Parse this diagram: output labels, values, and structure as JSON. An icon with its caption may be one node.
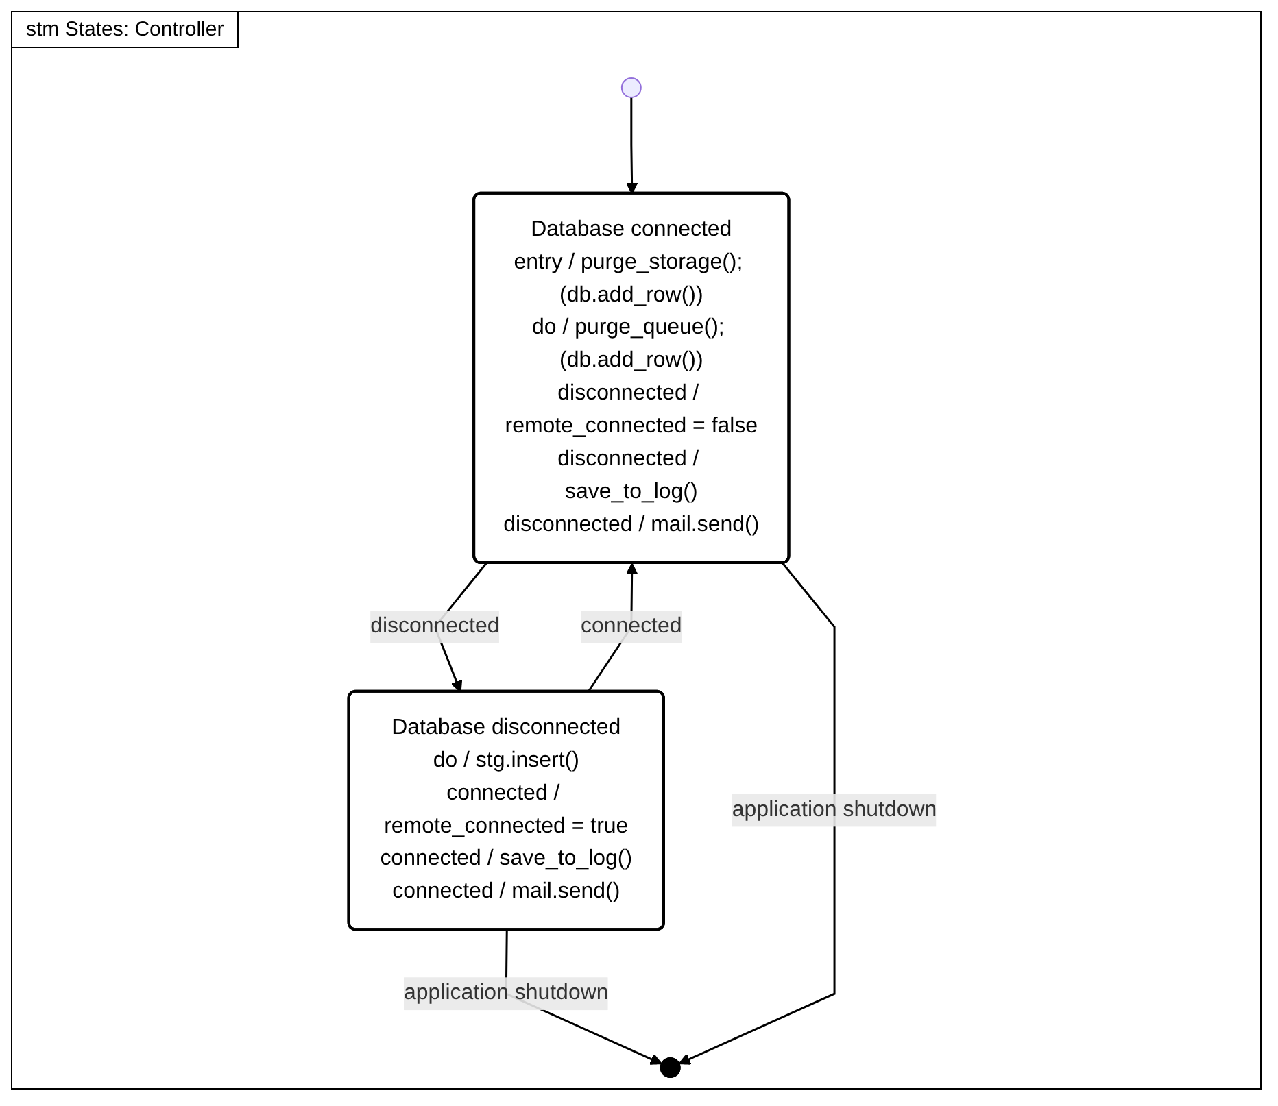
{
  "diagram": {
    "title": "stm States: Controller",
    "nodes": [
      {
        "text": [],
        "shape": "circle"
      },
      {
        "text": [
          "Database connected",
          "entry / purge_storage(); (db.add_row())",
          "do / purge_queue(); (db.add_row())",
          "disconnected / remote_connected = false",
          "disconnected / save_to_log()",
          "disconnected / mail.send()"
        ]
      },
      {
        "text": [
          "Database disconnected",
          "do / stg.insert()",
          "connected / remote_connected = true",
          "connected / save_to_log()",
          "connected / mail.send()"
        ]
      },
      {
        "text": [],
        "shape": "circle"
      }
    ],
    "edges": [
      {
        "from": 0,
        "to": 1,
        "arrow": "to"
      },
      {
        "from": 1,
        "to": 2,
        "arrow": "to",
        "label": "disconnected"
      },
      {
        "from": 2,
        "to": 1,
        "arrow": "to",
        "label": "connected"
      },
      {
        "from": 2,
        "to": 3,
        "arrow": "to",
        "label": "application shutdown"
      },
      {
        "from": 1,
        "to": 3,
        "arrow": "to",
        "label": "application shutdown"
      }
    ]
  }
}
